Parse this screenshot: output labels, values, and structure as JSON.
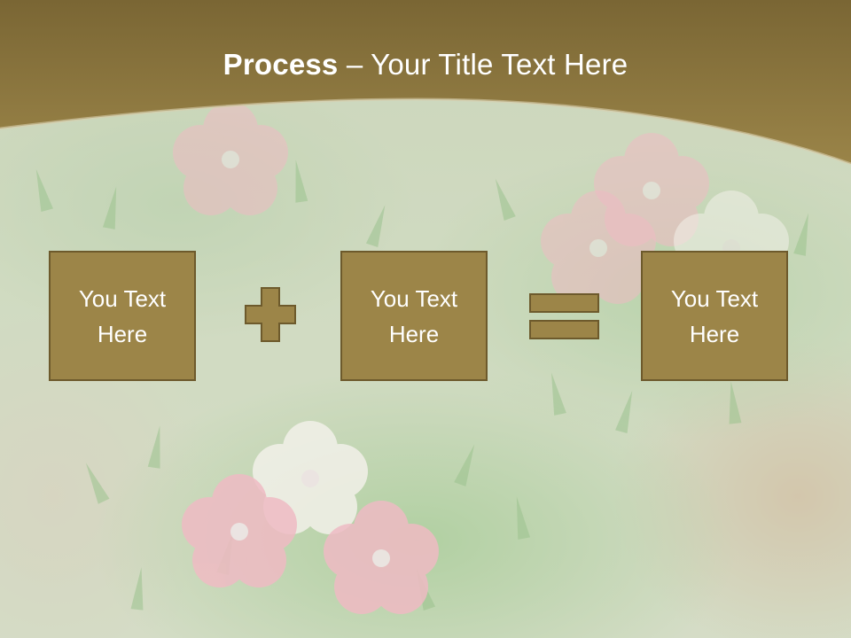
{
  "slide": {
    "title_bold": "Process",
    "title_rest": " – Your Title Text Here",
    "boxes": [
      {
        "label": "You Text\nHere"
      },
      {
        "label": "You Text\nHere"
      },
      {
        "label": "You Text\nHere"
      }
    ],
    "operators": [
      "plus-icon",
      "equals-icon"
    ]
  },
  "colors": {
    "header": "#8a7436",
    "box_fill": "#9c8548",
    "box_border": "#6d5a2c",
    "title_text": "#ffffff",
    "box_text": "#ffffff"
  }
}
